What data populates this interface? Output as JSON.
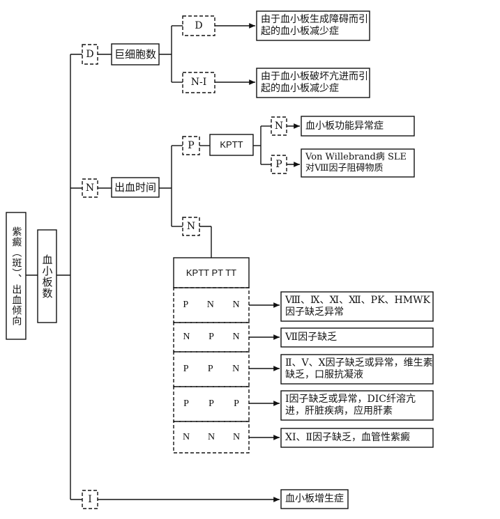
{
  "root": {
    "label": "紫癜（斑）、出血倾向"
  },
  "platelet_count": {
    "label": "血小板数"
  },
  "branch_d": {
    "code": "D",
    "node": "巨细胞数",
    "children": [
      {
        "code": "D",
        "result": "由于血小板生成障碍而引起的血小板减少症"
      },
      {
        "code": "N-I",
        "result": "由于血小板破坏亢进而引起的血小板减少症"
      }
    ]
  },
  "branch_n": {
    "code": "N",
    "node": "出血时间",
    "p_branch": {
      "code": "P",
      "node": "KPTT",
      "children": [
        {
          "code": "N",
          "result": "血小板功能异常症"
        },
        {
          "code": "P",
          "result": "Von Willebrand病 SLE对Ⅷ因子阻碍物质"
        }
      ]
    },
    "n_branch": {
      "code": "N",
      "table_header": "KPTT PT TT",
      "rows": [
        {
          "values": [
            "P",
            "N",
            "N"
          ],
          "result": "Ⅷ、Ⅸ、Ⅺ、Ⅻ、PK、HMWK因子缺乏异常"
        },
        {
          "values": [
            "N",
            "P",
            "N"
          ],
          "result": "Ⅶ因子缺乏"
        },
        {
          "values": [
            "P",
            "P",
            "N"
          ],
          "result": "Ⅱ、Ⅴ、Ⅹ因子缺乏或异常，维生素缺乏，口服抗凝液"
        },
        {
          "values": [
            "P",
            "P",
            "P"
          ],
          "result": "Ⅰ因子缺乏或异常，DIC纤溶亢进，肝脏疾病，应用肝素"
        },
        {
          "values": [
            "N",
            "N",
            "N"
          ],
          "result": "ⅩⅠ、Ⅱ因子缺乏，血管性紫癜"
        }
      ]
    }
  },
  "branch_i": {
    "code": "I",
    "result": "血小板增生症"
  }
}
